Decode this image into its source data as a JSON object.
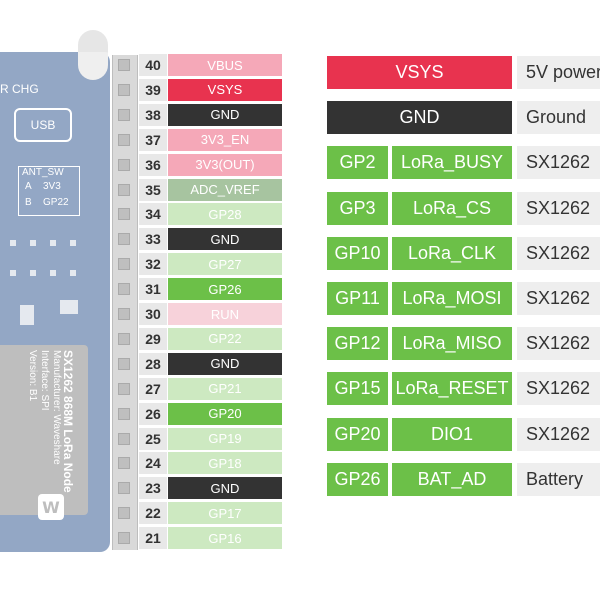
{
  "board": {
    "chg_label": "R CHG",
    "usb_label": "USB",
    "ant_sw": {
      "title": "ANT_SW",
      "a": "A",
      "b": "B",
      "v3": "3V3",
      "gp22": "GP22"
    },
    "chip": {
      "line1": "SX1262 868M LoRa Node",
      "line2": "Manufacturer: Waveshare",
      "line3": "Interface: SPI",
      "line4": "Version: B1"
    },
    "logo": "W"
  },
  "colors": {
    "power_red": "#e8334f",
    "power_pink": "#f5a8b8",
    "ground": "#333333",
    "adc": "#a7c4a0",
    "gpio_green": "#6cc048",
    "gpio_light": "#cde9c1",
    "run_pink": "#f7d2da"
  },
  "pins": [
    {
      "num": "40",
      "label": "VBUS",
      "kind": "power_pink"
    },
    {
      "num": "39",
      "label": "VSYS",
      "kind": "power_red"
    },
    {
      "num": "38",
      "label": "GND",
      "kind": "ground"
    },
    {
      "num": "37",
      "label": "3V3_EN",
      "kind": "power_pink"
    },
    {
      "num": "36",
      "label": "3V3(OUT)",
      "kind": "power_pink"
    },
    {
      "num": "35",
      "label": "ADC_VREF",
      "kind": "adc"
    },
    {
      "num": "34",
      "label": "GP28",
      "kind": "gpio_light"
    },
    {
      "num": "33",
      "label": "GND",
      "kind": "ground"
    },
    {
      "num": "32",
      "label": "GP27",
      "kind": "gpio_light"
    },
    {
      "num": "31",
      "label": "GP26",
      "kind": "gpio_green"
    },
    {
      "num": "30",
      "label": "RUN",
      "kind": "run_pink"
    },
    {
      "num": "29",
      "label": "GP22",
      "kind": "gpio_light"
    },
    {
      "num": "28",
      "label": "GND",
      "kind": "ground"
    },
    {
      "num": "27",
      "label": "GP21",
      "kind": "gpio_light"
    },
    {
      "num": "26",
      "label": "GP20",
      "kind": "gpio_green"
    },
    {
      "num": "25",
      "label": "GP19",
      "kind": "gpio_light"
    },
    {
      "num": "24",
      "label": "GP18",
      "kind": "gpio_light"
    },
    {
      "num": "23",
      "label": "GND",
      "kind": "ground"
    },
    {
      "num": "22",
      "label": "GP17",
      "kind": "gpio_light"
    },
    {
      "num": "21",
      "label": "GP16",
      "kind": "gpio_light"
    }
  ],
  "legend": [
    {
      "full": "VSYS",
      "kind": "power_red",
      "desc": "5V power"
    },
    {
      "full": "GND",
      "kind": "ground",
      "desc": "Ground"
    },
    {
      "gp": "GP2",
      "func": "LoRa_BUSY",
      "desc": "SX1262"
    },
    {
      "gp": "GP3",
      "func": "LoRa_CS",
      "desc": "SX1262"
    },
    {
      "gp": "GP10",
      "func": "LoRa_CLK",
      "desc": "SX1262"
    },
    {
      "gp": "GP11",
      "func": "LoRa_MOSI",
      "desc": "SX1262"
    },
    {
      "gp": "GP12",
      "func": "LoRa_MISO",
      "desc": "SX1262"
    },
    {
      "gp": "GP15",
      "func": "LoRa_RESET",
      "desc": "SX1262"
    },
    {
      "gp": "GP20",
      "func": "DIO1",
      "desc": "SX1262"
    },
    {
      "gp": "GP26",
      "func": "BAT_AD",
      "desc": "Battery"
    }
  ]
}
